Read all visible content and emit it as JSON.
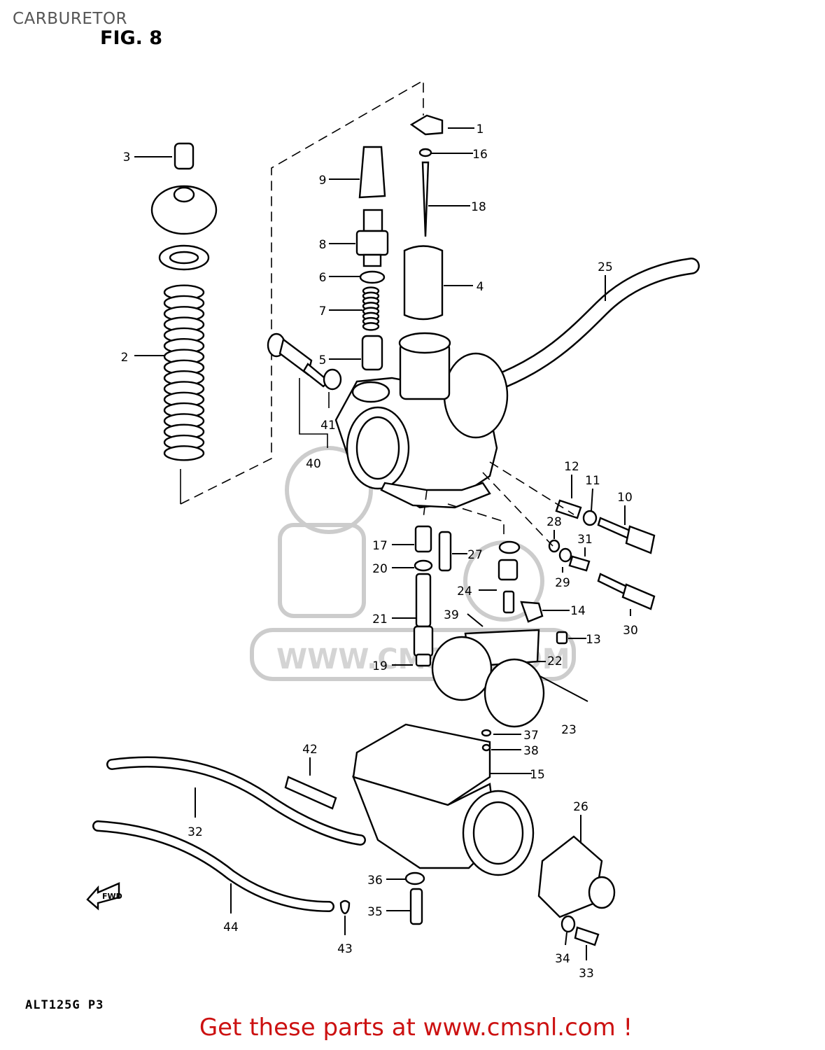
{
  "header": {
    "title": "CARBURETOR",
    "figure": "FIG. 8"
  },
  "footer": {
    "model": "ALT125G  P3",
    "cta": "Get these parts at www.cmsnl.com !"
  },
  "watermark": {
    "text": "WWW.CMSNL.COM"
  },
  "fwd_label": "FWD",
  "callouts": [
    "1",
    "2",
    "3",
    "4",
    "5",
    "6",
    "7",
    "8",
    "9",
    "10",
    "11",
    "12",
    "13",
    "14",
    "15",
    "16",
    "17",
    "18",
    "19",
    "20",
    "21",
    "22",
    "23",
    "24",
    "25",
    "26",
    "27",
    "28",
    "29",
    "30",
    "31",
    "32",
    "33",
    "34",
    "35",
    "36",
    "37",
    "38",
    "39",
    "40",
    "41",
    "42",
    "43",
    "44"
  ]
}
